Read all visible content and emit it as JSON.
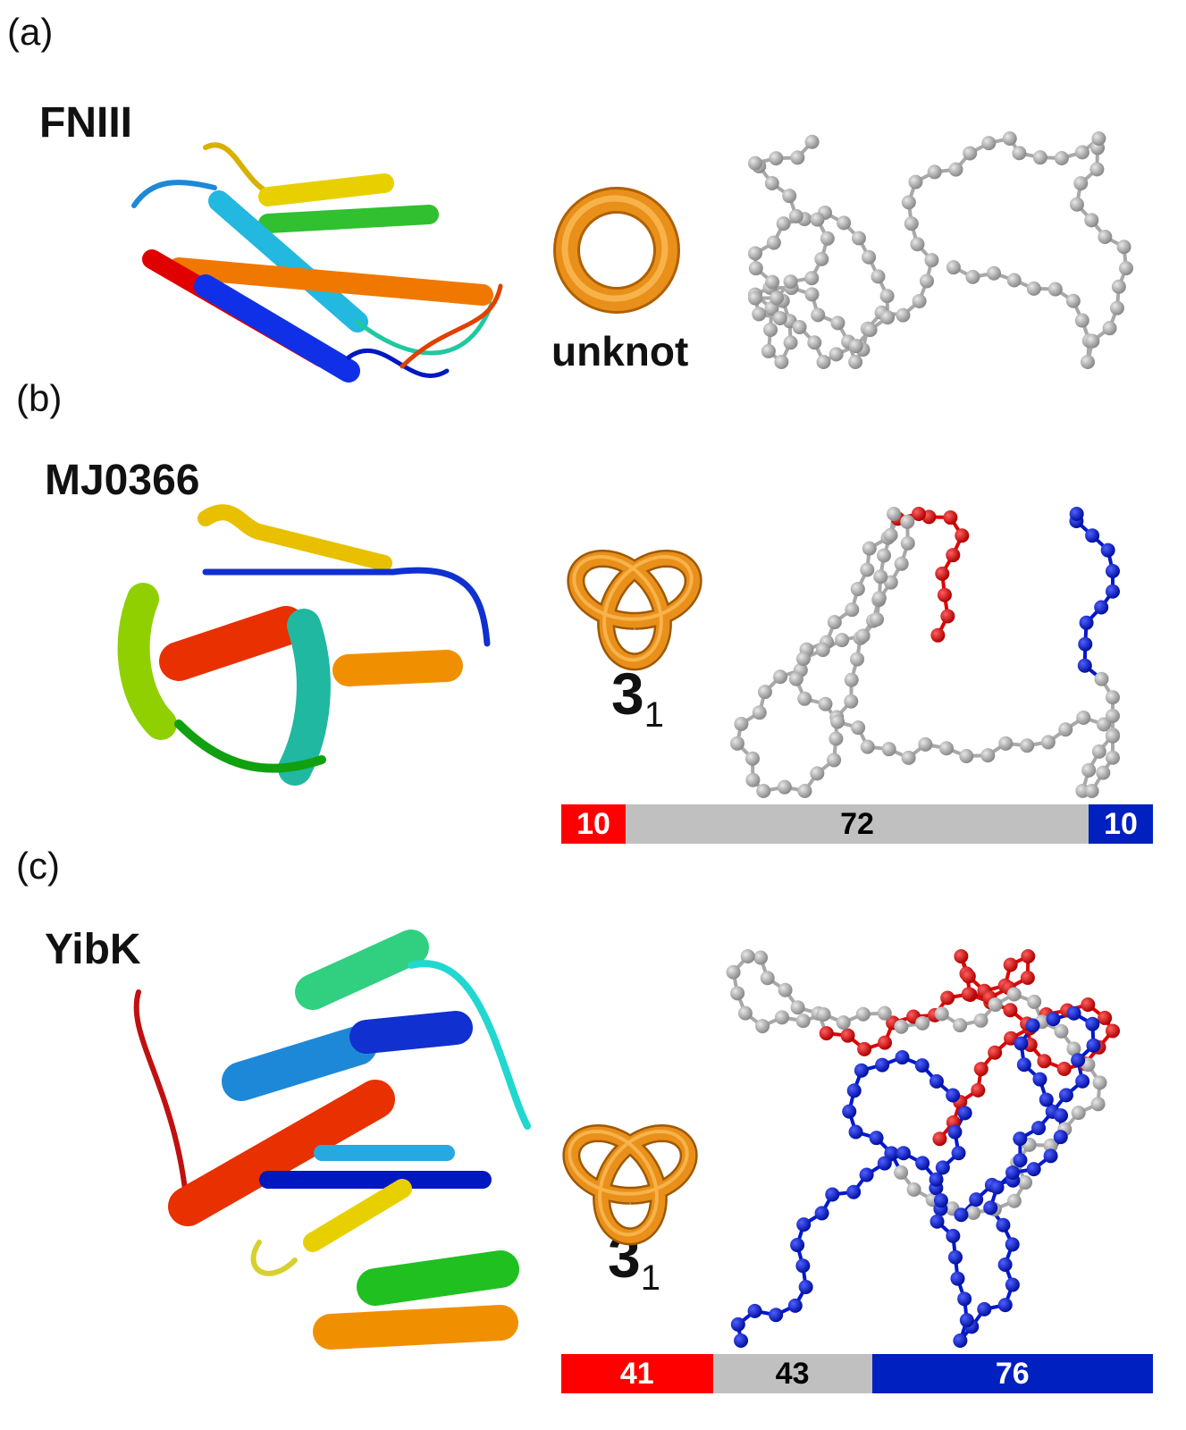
{
  "panels": [
    {
      "label": "(a)",
      "protein": "FNIII",
      "knot": "unknot",
      "knot_sub": ""
    },
    {
      "label": "(b)",
      "protein": "MJ0366",
      "knot": "3",
      "knot_sub": "1",
      "bar": [
        {
          "value": "10",
          "color": "#ff0000",
          "text": "#ffffff"
        },
        {
          "value": "72",
          "color": "#c0c0c0",
          "text": "#000000"
        },
        {
          "value": "10",
          "color": "#0020c0",
          "text": "#ffffff"
        }
      ]
    },
    {
      "label": "(c)",
      "protein": "YibK",
      "knot": "3",
      "knot_sub": "1",
      "bar": [
        {
          "value": "41",
          "color": "#ff0000",
          "text": "#ffffff"
        },
        {
          "value": "43",
          "color": "#c0c0c0",
          "text": "#000000"
        },
        {
          "value": "76",
          "color": "#0020c0",
          "text": "#ffffff"
        }
      ]
    }
  ],
  "colors": {
    "knot": "#e8901a",
    "bead_gray": "#a8a8a8",
    "bead_red": "#e00000",
    "bead_blue": "#0018d0"
  }
}
